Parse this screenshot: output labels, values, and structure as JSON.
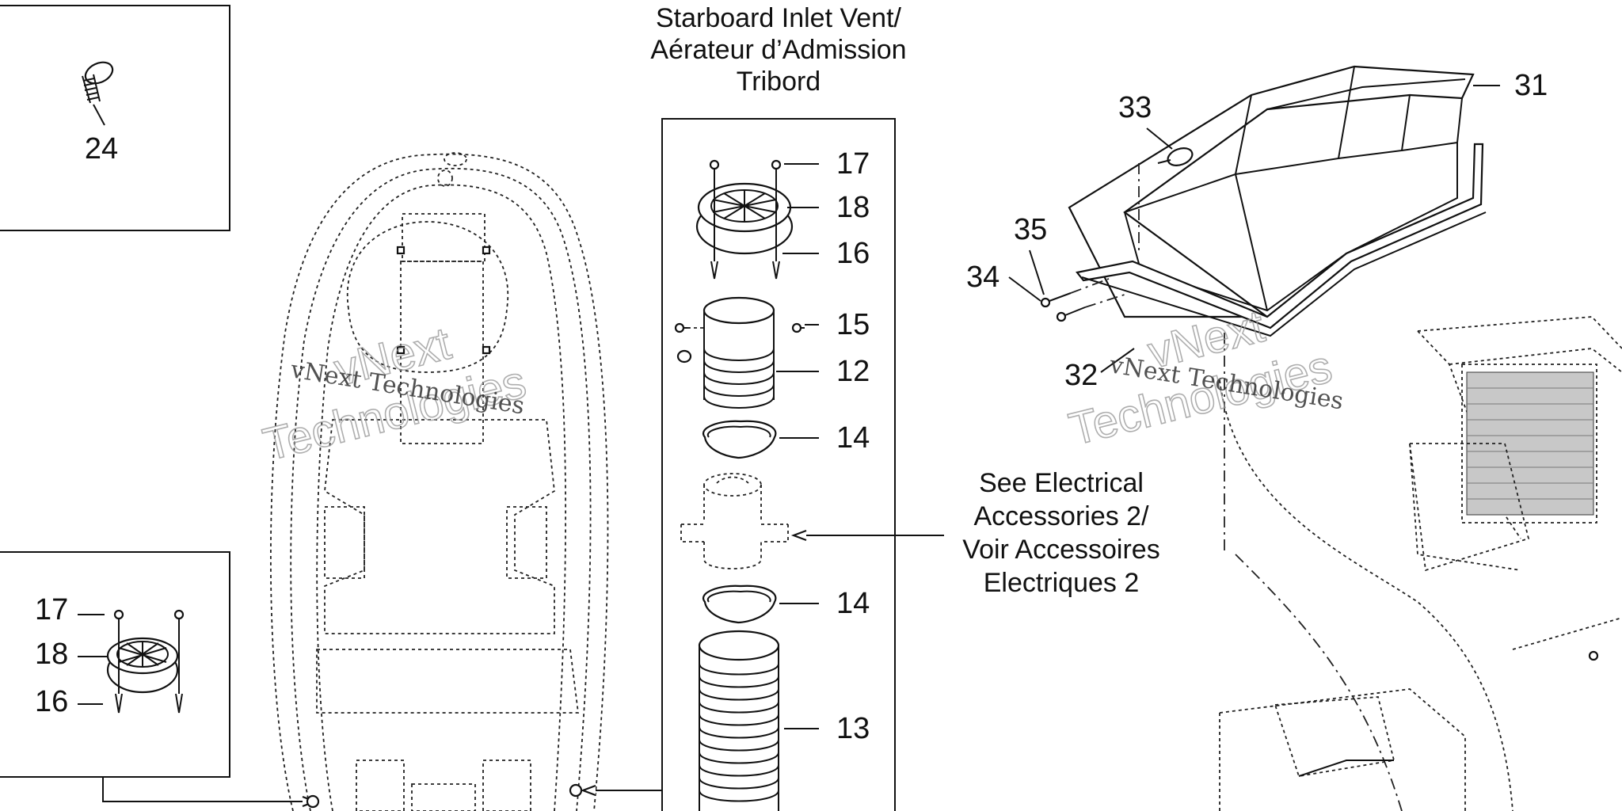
{
  "diagram": {
    "vent_title_line1": "Starboard Inlet Vent/",
    "vent_title_line2": "Aérateur d’Admission",
    "vent_title_line3": "Tribord",
    "note_line1": "See Electrical",
    "note_line2": "Accessories 2/",
    "note_line3": "Voir Accessoires",
    "note_line4": "Electriques 2",
    "watermark_line1": "vNext Technologies",
    "watermark_big1": "vNext",
    "watermark_big2": "Technologies",
    "callouts": {
      "c24": "24",
      "c17_left": "17",
      "c18_left": "18",
      "c16_left": "16",
      "c17": "17",
      "c18": "18",
      "c16": "16",
      "c15": "15",
      "c12": "12",
      "c14_top": "14",
      "c14_bottom": "14",
      "c13": "13",
      "c31": "31",
      "c32": "32",
      "c33": "33",
      "c34": "34",
      "c35": "35"
    }
  }
}
